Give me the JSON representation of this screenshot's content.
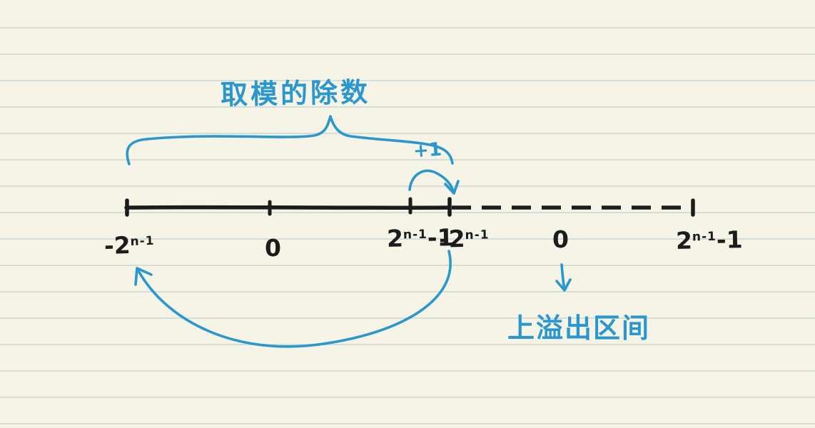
{
  "page": {
    "background": "#f6f3e7",
    "ruled_line_color": "#9ebcc6",
    "ink_color": "#1c1c1c",
    "accent_color": "#2a97cd"
  },
  "annotations": {
    "modulo_divisor": "取模的除数",
    "plus_one": "+1",
    "overflow_region": "上溢出区间"
  },
  "number_line": {
    "labels": [
      {
        "base": "-2",
        "sup": "n-1",
        "tail": ""
      },
      {
        "base": "0",
        "sup": "",
        "tail": ""
      },
      {
        "base": "2",
        "sup": "n-1",
        "tail": "-1"
      },
      {
        "base": "-2",
        "sup": "n-1",
        "tail": ""
      },
      {
        "base": "0",
        "sup": "",
        "tail": ""
      },
      {
        "base": "2",
        "sup": "n-1",
        "tail": "-1"
      }
    ]
  }
}
